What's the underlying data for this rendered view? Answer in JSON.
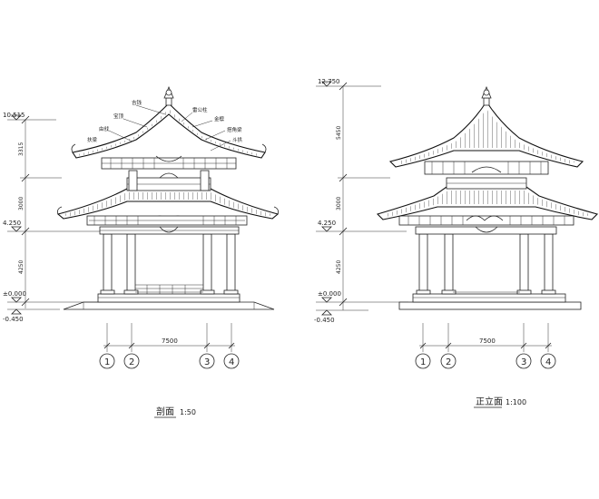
{
  "sheet": {
    "left_drawing": {
      "levels": [
        "10.515",
        "4.250",
        "±0.000",
        "-0.450"
      ],
      "dims_vertical": [
        "3315",
        "3000",
        "4250"
      ],
      "dims_horizontal": "7500",
      "axes": [
        "1",
        "2",
        "3",
        "4"
      ],
      "annotations": [
        "吉钱",
        "宝顶",
        "雷公柱",
        "金檩",
        "由戗",
        "搭角梁",
        "斗拱",
        "扶梁"
      ],
      "caption_title": "剖面",
      "caption_scale": "1:50"
    },
    "right_drawing": {
      "levels": [
        "12.750",
        "4.250",
        "±0.000",
        "-0.450"
      ],
      "dims_vertical": [
        "5450",
        "3000",
        "4250"
      ],
      "dims_horizontal": "7500",
      "axes": [
        "1",
        "2",
        "3",
        "4"
      ],
      "caption_title": "正立面",
      "caption_scale": "1:100"
    },
    "colors": {
      "line": "#222222",
      "background": "#ffffff"
    }
  }
}
